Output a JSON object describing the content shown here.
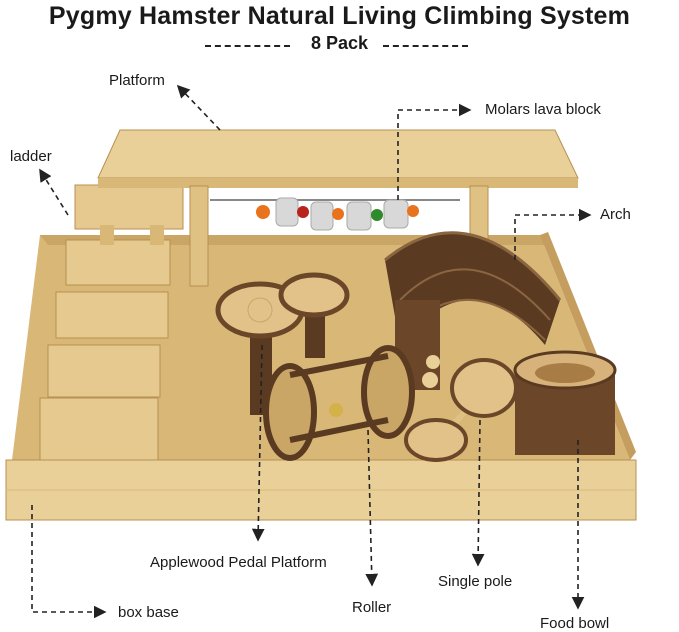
{
  "header": {
    "title": "Pygmy Hamster Natural Living Climbing System",
    "subtitle": "8 Pack"
  },
  "callouts": {
    "platform": "Platform",
    "molars_lava_block": "Molars lava block",
    "ladder": "ladder",
    "arch": "Arch",
    "applewood_pedal_platform": "Applewood Pedal Platform",
    "roller": "Roller",
    "single_pole": "Single pole",
    "food_bowl": "Food bowl",
    "box_base": "box base"
  },
  "colors": {
    "pine_light": "#e9cf98",
    "pine_mid": "#d9b877",
    "pine_dark": "#b89052",
    "bark": "#5a3b22",
    "bark_light": "#8a6540",
    "lava_block": "#d8d8d8",
    "bead_orange": "#e8731c",
    "bead_red": "#b8231c",
    "bead_green": "#2e8a2a"
  }
}
